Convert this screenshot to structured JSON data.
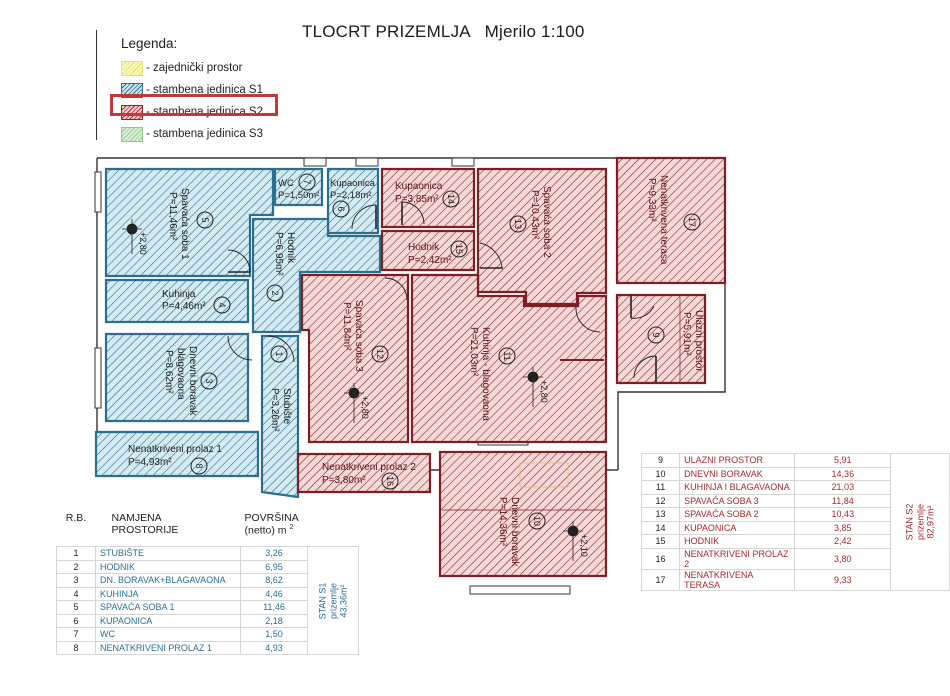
{
  "header": {
    "title": "TLOCRT PRIZEMLJA   Mjerilo 1:100"
  },
  "legend": {
    "heading": "Legenda:",
    "items": [
      {
        "label": "- zajednički  prostor",
        "color": "#e8e36a",
        "fill": "#fbf7c2"
      },
      {
        "label": "- stambena jedinica S1",
        "color": "#2c6e8e",
        "fill": "#cde7f0"
      },
      {
        "label": "- stambena jedinica S2",
        "color": "#8c2328",
        "fill": "#f3c9c9",
        "highlighted": true
      },
      {
        "label": "- stambena jedinica S3",
        "color": "#8fc98a",
        "fill": "#dff1da"
      }
    ],
    "highlight_color": "#c0393b"
  },
  "plan": {
    "rooms": [
      {
        "no": "1",
        "name": "",
        "area": "",
        "unit": "S1"
      },
      {
        "no": "2",
        "name": "Hodnik",
        "area": "P=6,95m²",
        "unit": "S1"
      },
      {
        "no": "3",
        "name": "Dnevni boravak",
        "name2": "blagovaona",
        "area": "P=8,62m²",
        "unit": "S1"
      },
      {
        "no": "4",
        "name": "Kuhinja",
        "area": "P=4,46m²",
        "unit": "S1"
      },
      {
        "no": "5",
        "name": "Spavaća soba 1",
        "area": "P=11,46m²",
        "unit": "S1"
      },
      {
        "no": "6",
        "name": "Kupaonica",
        "area": "P=2,18m²",
        "unit": "S1"
      },
      {
        "no": "7",
        "name": "WC",
        "area": "P=1,50m²",
        "unit": "S1"
      },
      {
        "no": "8",
        "name": "Nenatkriveni prolaz 1",
        "area": "P=4,93m²",
        "unit": "S1"
      },
      {
        "no": "9",
        "name": "Ulazni prostor",
        "area": "P=5,91m²",
        "unit": "S2"
      },
      {
        "no": "10",
        "name": "Dnevni boravak",
        "area": "P=14,36m²",
        "unit": "S2"
      },
      {
        "no": "11",
        "name": "Kuhinja - blagovaona",
        "area": "P=21,03m²",
        "unit": "S2"
      },
      {
        "no": "12",
        "name": "Spavaća soba 3",
        "area": "P=11,84m²",
        "unit": "S2"
      },
      {
        "no": "13",
        "name": "Spavaća soba 2",
        "area": "P=10,43m²",
        "unit": "S2"
      },
      {
        "no": "14",
        "name": "Kupaonica",
        "area": "P=3,85m²",
        "unit": "S2"
      },
      {
        "no": "15",
        "name": "Hodnik",
        "area": "P=2,42m²",
        "unit": "S2"
      },
      {
        "no": "16",
        "name": "Nenatkriveni prolaz 2",
        "area": "P=3,80m²",
        "unit": "S2"
      },
      {
        "no": "17",
        "name": "Nenatkrivena terasa",
        "area": "P=9,33m²",
        "unit": "S2"
      }
    ],
    "stair_label": "Stubište",
    "stair_area": "P=3,26m²",
    "heights": [
      "+2,80",
      "+2,80",
      "+2,80",
      "+2,10"
    ],
    "colors": {
      "s1_line": "#2c6e8e",
      "s1_fill": "#cfe8f1",
      "s2_line": "#7d1f24",
      "s2_fill": "#f6d2d0",
      "wall": "#333333"
    }
  },
  "table_s1": {
    "headers": [
      "R.B.",
      "NAMJENA",
      "PROSTORIJE",
      "POVRŠINA",
      "(netto) m",
      "2"
    ],
    "rows": [
      {
        "no": "1",
        "name": "STUBIŠTE",
        "area": "3,26"
      },
      {
        "no": "2",
        "name": "HODNIK",
        "area": "6,95"
      },
      {
        "no": "3",
        "name": "DN. BORAVAK+BLAGAVAONA",
        "area": "8,62"
      },
      {
        "no": "4",
        "name": "KUHINJA",
        "area": "4,46"
      },
      {
        "no": "5",
        "name": "SPAVAĆA SOBA 1",
        "area": "11,46"
      },
      {
        "no": "6",
        "name": "KUPAONICA",
        "area": "2,18"
      },
      {
        "no": "7",
        "name": "WC",
        "area": "1,50"
      },
      {
        "no": "8",
        "name": "NENATKRIVENI PROLAZ 1",
        "area": "4,93"
      }
    ],
    "total_line1": "STAN S1",
    "total_line2": "prizemlje",
    "total_line3": "43,36m²"
  },
  "table_s2": {
    "rows": [
      {
        "no": "9",
        "name": "ULAZNI PROSTOR",
        "area": "5,91"
      },
      {
        "no": "10",
        "name": "DNEVNI BORAVAK",
        "area": "14,36"
      },
      {
        "no": "11",
        "name": "KUHINJA I BLAGAVAONA",
        "area": "21,03"
      },
      {
        "no": "12",
        "name": "SPAVAĆA SOBA 3",
        "area": "11,84"
      },
      {
        "no": "13",
        "name": "SPAVAĆA SOBA 2",
        "area": "10,43"
      },
      {
        "no": "14",
        "name": "KUPAONICA",
        "area": "3,85"
      },
      {
        "no": "15",
        "name": "HODNIK",
        "area": "2,42"
      },
      {
        "no": "16",
        "name": "NENATKRIVENI PROLAZ 2",
        "area": "3,80"
      },
      {
        "no": "17",
        "name": "NENATKRIVENA TERASA",
        "area": "9,33"
      }
    ],
    "total_line1": "STAN S2",
    "total_line2": "prizemlje",
    "total_line3": "82,97m²"
  }
}
